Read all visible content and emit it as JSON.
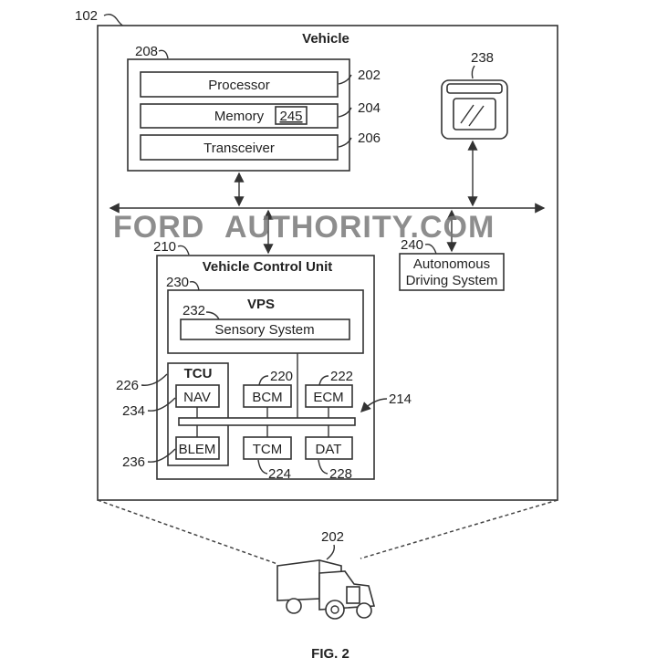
{
  "figure_label": "FIG. 2",
  "watermark": {
    "brand": "FORD",
    "rest": "AUTHORITY.COM"
  },
  "vehicle": {
    "ref": "102",
    "title": "Vehicle"
  },
  "computer": {
    "ref": "208",
    "processor": "Processor",
    "processor_ref": "202",
    "memory": "Memory",
    "memory_item_ref": "245",
    "memory_ref": "204",
    "transceiver": "Transceiver",
    "transceiver_ref": "206"
  },
  "display_device": {
    "ref": "238"
  },
  "autonomous": {
    "ref": "240",
    "line1": "Autonomous",
    "line2": "Driving System"
  },
  "vcu": {
    "ref": "210",
    "title": "Vehicle Control Unit",
    "bus_ref": "214",
    "vps": {
      "ref": "230",
      "title": "VPS",
      "sensory_ref": "232",
      "sensory": "Sensory System"
    },
    "tcu": {
      "ref": "226",
      "title": "TCU",
      "nav": "NAV",
      "nav_ref": "234",
      "blem": "BLEM",
      "blem_ref": "236"
    },
    "bcm": "BCM",
    "bcm_ref": "220",
    "ecm": "ECM",
    "ecm_ref": "222",
    "tcm": "TCM",
    "tcm_ref": "224",
    "dat": "DAT",
    "dat_ref": "228"
  },
  "truck": {
    "ref": "202"
  }
}
